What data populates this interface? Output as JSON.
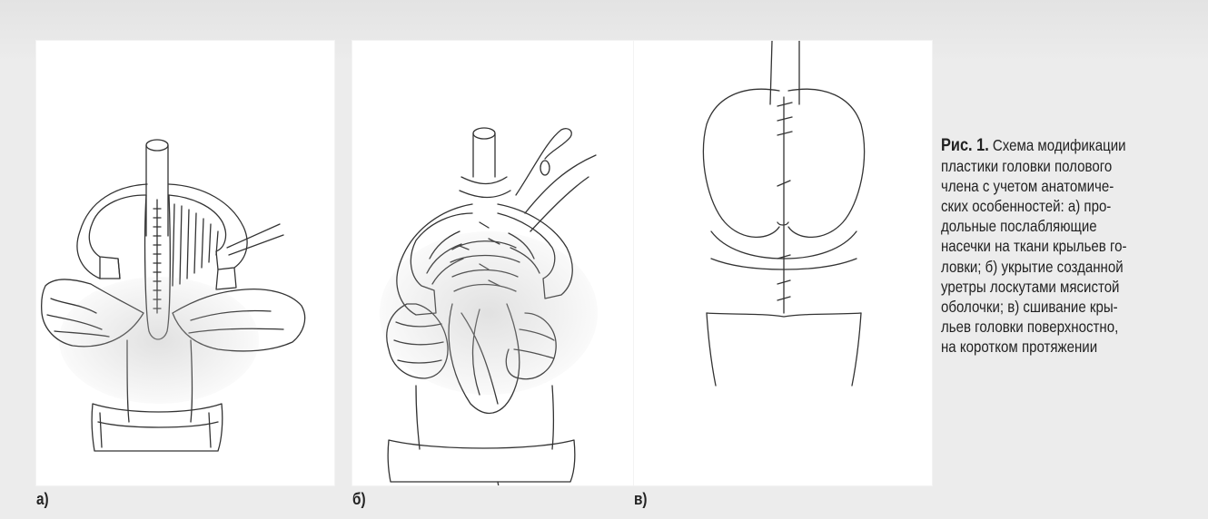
{
  "figure": {
    "panels": [
      {
        "label": "а)",
        "description_icon": "surgical-sketch-incisions-icon"
      },
      {
        "label": "б)",
        "description_icon": "surgical-sketch-flap-cover-icon"
      },
      {
        "label": "в)",
        "description_icon": "surgical-sketch-suture-icon"
      }
    ],
    "caption": {
      "label": "Рис. 1.",
      "lines": [
        "Схема модификации",
        "пластики головки полового",
        "члена с учетом анатомиче-",
        "ских особенностей: а) про-",
        "дольные послабляющие",
        "насечки на ткани крыльев го-",
        "ловки; б) укрытие созданной",
        "уретры лоскутами мясистой",
        "оболочки; в) сшивание кры-",
        "льев головки поверхностно,",
        "на коротком протяжении"
      ]
    }
  }
}
